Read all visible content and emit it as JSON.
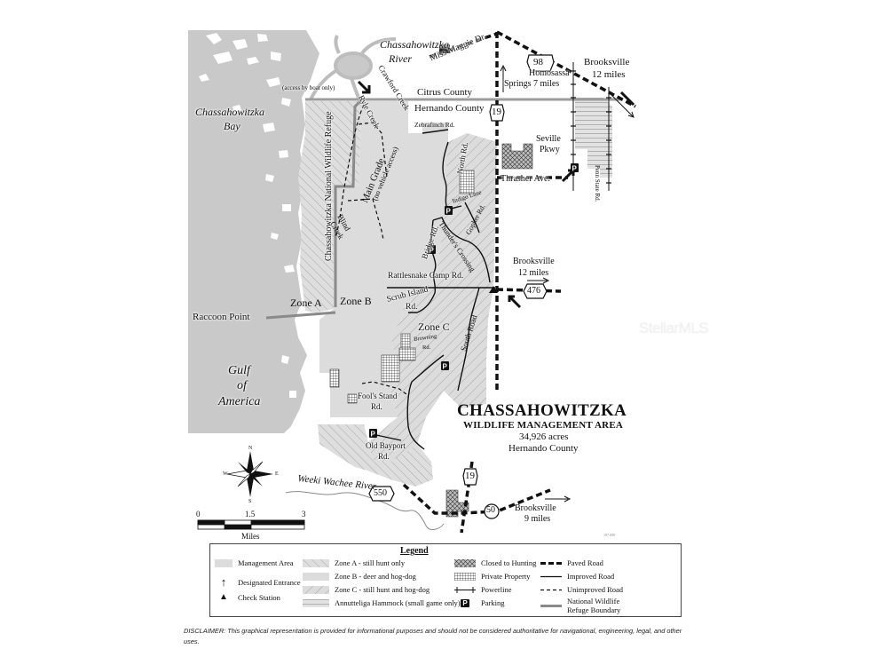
{
  "title": {
    "name": "CHASSAHOWITZKA",
    "subtitle": "WILDLIFE MANAGEMENT AREA",
    "acreage": "34,926 acres",
    "county": "Hernando County"
  },
  "water_labels": {
    "river": "Chassahowitzka River",
    "river_line1": "Chassahowitzka",
    "river_line2": "River",
    "bay_line1": "Chassahowitzka",
    "bay_line2": "Bay",
    "gulf_line1": "Gulf",
    "gulf_line2": "of",
    "gulf_line3": "America",
    "weeki": "Weeki Wachee River"
  },
  "place_labels": {
    "access_boat": "(access by boat only)",
    "citrus": "Citrus County",
    "hernando": "Hernando County",
    "refuge": "Chassahowitzka National Wildlife Refuge",
    "raccoon": "Raccoon Point",
    "zone_a": "Zone A",
    "zone_b": "Zone B",
    "zone_c": "Zone C",
    "homosassa_line1": "Homosassa",
    "homosassa_line2": "Springs 7 miles",
    "brooksville_n_line1": "Brooksville",
    "brooksville_n_line2": "12 miles",
    "brooksville_e_line1": "Brooksville",
    "brooksville_e_line2": "12 miles",
    "brooksville_s_line1": "Brooksville",
    "brooksville_s_line2": "9 miles",
    "seville_line1": "Seville",
    "seville_line2": "Pkwy"
  },
  "roads": {
    "miss_maggie": "Miss Maggie Dr.",
    "crawford_creek": "Crawford Creek",
    "ryle_creek": "Ryle Creek",
    "zebrafinch": "Zebrafinch Rd.",
    "main_grade": "Main Grade",
    "main_grade_note": "(no vehicle access)",
    "blind_creek_line1": "Blind",
    "blind_creek_line2": "Creek",
    "north_rd": "North Rd.",
    "indigo": "Indigo Lane",
    "gopher": "Gopher Rd.",
    "bridge": "Bridge Rd.",
    "thunders": "Thunder's Crossing",
    "thrasher": "Thrasher Ave.",
    "penn_state": "Penn State Rd.",
    "rattlesnake": "Rattlesnake Camp Rd.",
    "scrub_line1": "Scrub Island",
    "scrub_line2": "Rd.",
    "browning_line1": "Browning",
    "browning_line2": "Rd.",
    "south_road": "South Road",
    "fools_line1": "Fool's Stand",
    "fools_line2": "Rd.",
    "bayport_line1": "Old Bayport",
    "bayport_line2": "Rd."
  },
  "route_shields": {
    "us98": "98",
    "us19_north": "19",
    "sr476": "476",
    "sr550": "550",
    "us19_south": "19",
    "sr50": "50"
  },
  "compass": {
    "n": "N",
    "s": "S",
    "e": "E",
    "w": "W"
  },
  "scale_bar": {
    "ticks": [
      "0",
      "1.5",
      "3"
    ],
    "unit": "Miles"
  },
  "map_code": "197.000",
  "legend": {
    "title": "Legend",
    "items": [
      {
        "label": "Management Area",
        "icon": "gray-fill-swatch"
      },
      {
        "label": "Designated Entrance",
        "icon": "up-arrow-icon"
      },
      {
        "label": "Check Station",
        "icon": "triangle-icon"
      },
      {
        "label": "Zone A - still hunt only",
        "icon": "diagonal-hatch-swatch"
      },
      {
        "label": "Zone B - deer and hog-dog",
        "icon": "gray-fill-swatch"
      },
      {
        "label": "Zone C - still hunt and hog-dog",
        "icon": "wide-hatch-swatch"
      },
      {
        "label": "Annutteliga Hammock (small game only)",
        "icon": "horizontal-lines-swatch"
      },
      {
        "label": "Closed to Hunting",
        "icon": "crosshatch-swatch"
      },
      {
        "label": "Private Property",
        "icon": "grid-swatch"
      },
      {
        "label": "Powerline",
        "icon": "powerline-icon"
      },
      {
        "label": "Parking",
        "icon": "parking-icon"
      },
      {
        "label": "Paved Road",
        "icon": "paved-road-icon"
      },
      {
        "label": "Improved Road",
        "icon": "solid-line-icon"
      },
      {
        "label": "Unimproved Road",
        "icon": "dashed-line-icon"
      },
      {
        "label": "National Wildlife Refuge Boundary",
        "label_line1": "National Wildlife",
        "label_line2": "Refuge Boundary",
        "icon": "gray-line-icon"
      }
    ]
  },
  "parking_glyph": "P",
  "disclaimer": "DISCLAIMER: This graphical representation is provided for informational purposes and should not be considered authoritative for navigational, engineering, legal, and other uses.",
  "watermark": "StellarMLS",
  "colors": {
    "water": "#c8c8c8",
    "management_area": "#dcdcdc",
    "boundary": "#8a8a8a",
    "ink": "#111111"
  }
}
